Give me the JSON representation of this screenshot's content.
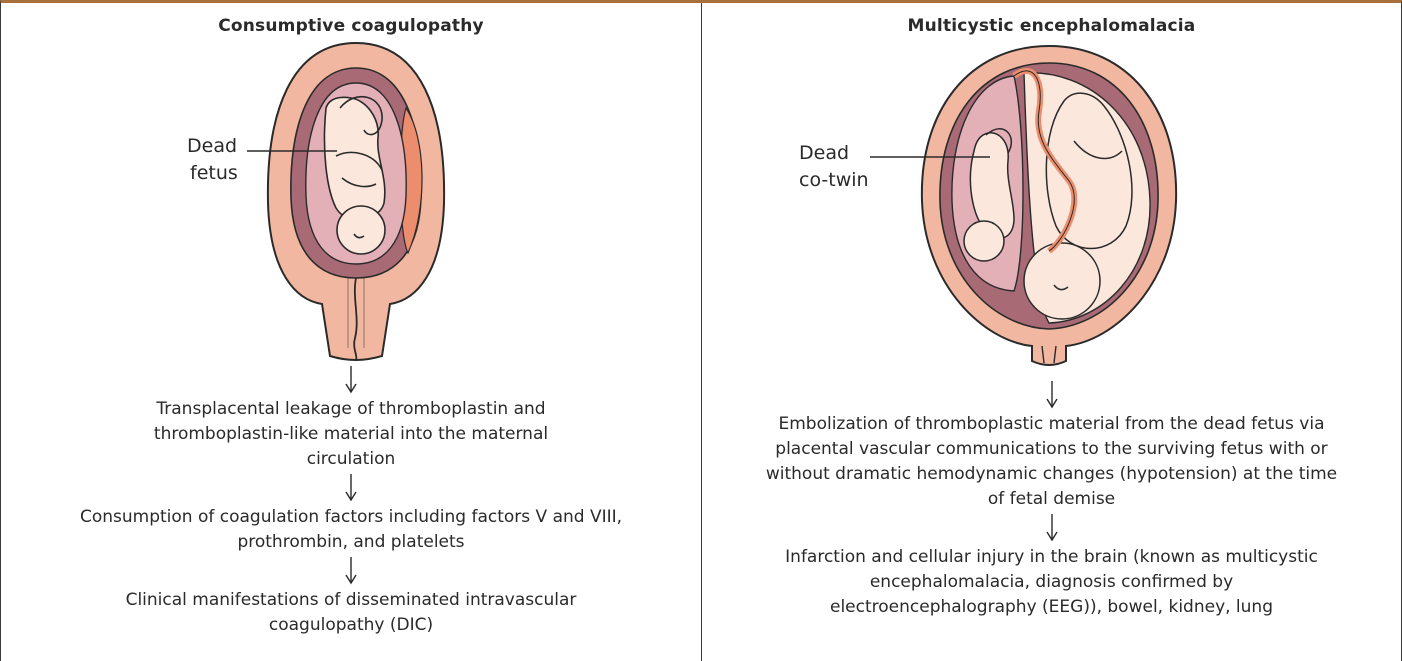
{
  "colors": {
    "border_top": "#a9703c",
    "uterus_wall": "#f1b7a0",
    "cavity": "#a86a75",
    "sac": "#e3b0b8",
    "fetus": "#fbe7dc",
    "placenta": "#ec8e6e"
  },
  "left_panel": {
    "title": "Consumptive coagulopathy",
    "label_line1": "Dead",
    "label_line2": "fetus",
    "steps": [
      "Transplacental leakage of thromboplastin and thromboplastin-like material into the maternal circulation",
      "Consumption of coagulation factors including factors V and VIII, prothrombin, and platelets",
      "Clinical manifestations of disseminated intravascular coagulopathy (DIC)"
    ]
  },
  "right_panel": {
    "title": "Multicystic encephalomalacia",
    "label_line1": "Dead",
    "label_line2": "co-twin",
    "steps": [
      "Embolization of thromboplastic material from the dead fetus via placental vascular communications to the surviving fetus with or without dramatic hemodynamic changes (hypotension) at the time of fetal demise",
      "Infarction and cellular injury in the brain (known as multicystic encephalomalacia, diagnosis confirmed by electroencephalography (EEG)), bowel, kidney, lung"
    ]
  }
}
